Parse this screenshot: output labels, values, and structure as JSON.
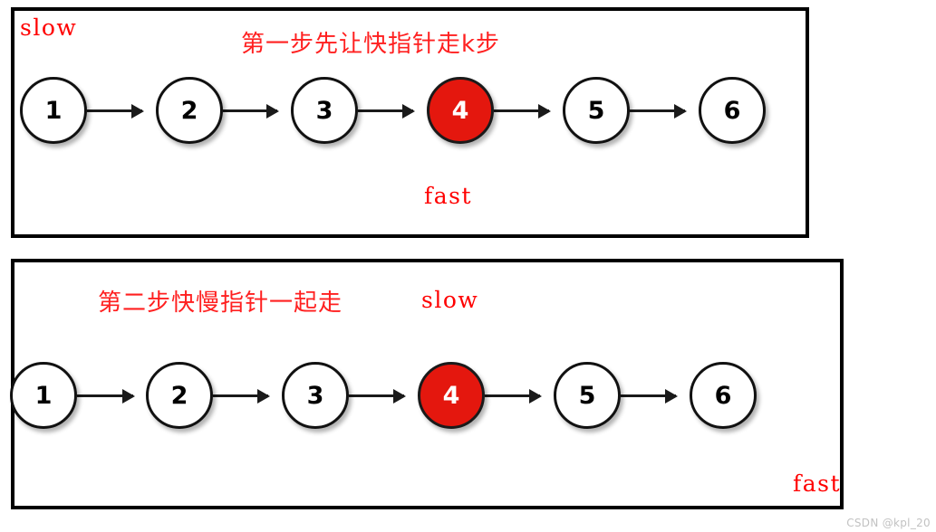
{
  "figure": {
    "title": "Fast and slow pointer linked-list diagram",
    "background_color": "#ffffff",
    "accent_color": "#FF0000",
    "node_highlight_color": "#E4170E",
    "node_stroke_color": "#111111",
    "watermark": "CSDN @kpl_20"
  },
  "panels": [
    {
      "id": "step-1",
      "caption": "第一步先让快指针走k步",
      "nodes": [
        {
          "label": "1",
          "highlight": false
        },
        {
          "label": "2",
          "highlight": false
        },
        {
          "label": "3",
          "highlight": false
        },
        {
          "label": "4",
          "highlight": true
        },
        {
          "label": "5",
          "highlight": false
        },
        {
          "label": "6",
          "highlight": false
        }
      ],
      "pointers": [
        {
          "name": "slow",
          "label": "slow",
          "target": "1",
          "position": "top-left"
        },
        {
          "name": "fast",
          "label": "fast",
          "target": "4",
          "position": "below-node-4"
        }
      ]
    },
    {
      "id": "step-2",
      "caption": "第二步快慢指针一起走",
      "nodes": [
        {
          "label": "1",
          "highlight": false
        },
        {
          "label": "2",
          "highlight": false
        },
        {
          "label": "3",
          "highlight": false
        },
        {
          "label": "4",
          "highlight": true
        },
        {
          "label": "5",
          "highlight": false
        },
        {
          "label": "6",
          "highlight": false
        }
      ],
      "pointers": [
        {
          "name": "slow",
          "label": "slow",
          "target": "4",
          "position": "above-node-4"
        },
        {
          "name": "fast",
          "label": "fast",
          "target": "end",
          "position": "bottom-right"
        }
      ]
    }
  ]
}
